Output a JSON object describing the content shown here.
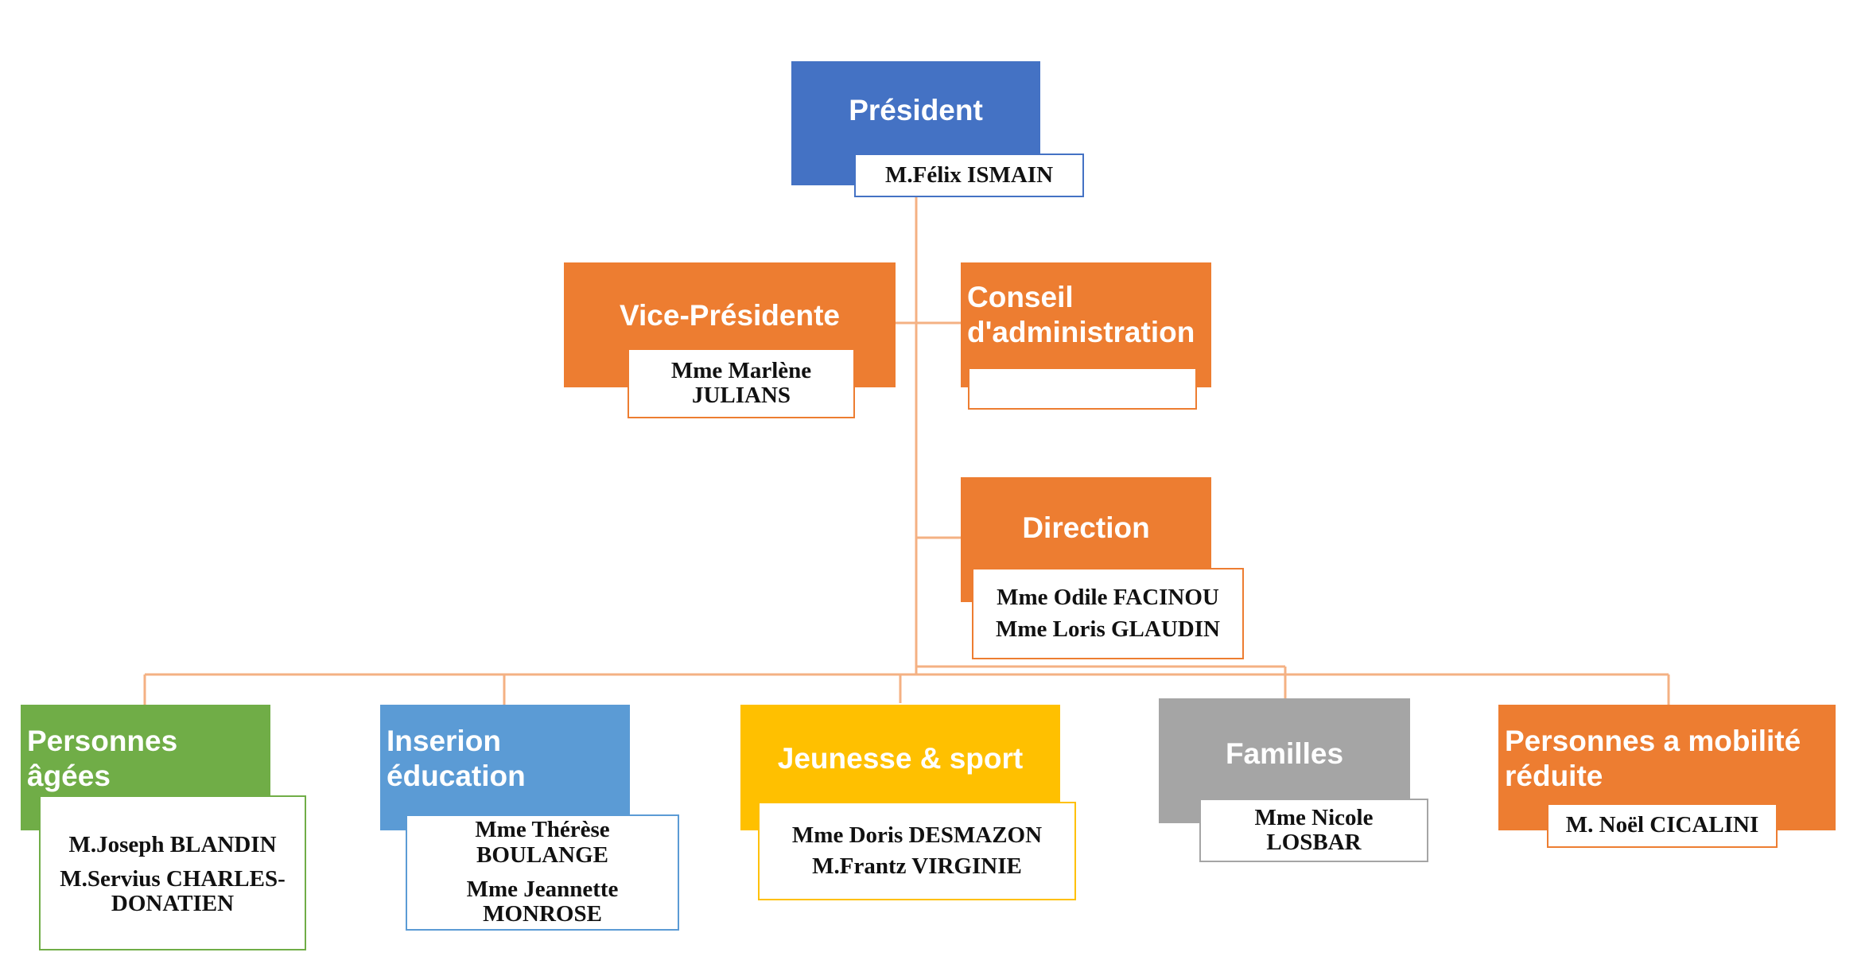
{
  "colors": {
    "blue": "#4472c4",
    "orange": "#ed7d31",
    "green": "#70ad47",
    "light_blue": "#5b9bd5",
    "yellow": "#ffc000",
    "gray": "#a5a5a5",
    "connector": "#f4b183"
  },
  "president": {
    "title": "Président",
    "names": [
      "M.Félix ISMAIN"
    ]
  },
  "vice_president": {
    "title": "Vice-Présidente",
    "names": [
      "Mme Marlène",
      "JULIANS"
    ]
  },
  "conseil": {
    "title_lines": [
      "Conseil",
      "d'administration"
    ],
    "names": []
  },
  "direction": {
    "title": "Direction",
    "names": [
      "Mme Odile FACINOU",
      "Mme Loris GLAUDIN"
    ]
  },
  "departments": [
    {
      "title_lines": [
        "Personnes",
        "âgées"
      ],
      "names": [
        "M.Joseph BLANDIN",
        "M.Servius CHARLES-",
        "DONATIEN"
      ]
    },
    {
      "title_lines": [
        "Inserion",
        "éducation"
      ],
      "names": [
        "Mme Thérèse",
        "BOULANGE",
        "Mme Jeannette",
        "MONROSE"
      ]
    },
    {
      "title_lines": [
        "Jeunesse & sport"
      ],
      "names": [
        "Mme Doris DESMAZON",
        "M.Frantz VIRGINIE"
      ]
    },
    {
      "title_lines": [
        "Familles"
      ],
      "names": [
        "Mme Nicole",
        "LOSBAR"
      ]
    },
    {
      "title_lines": [
        "Personnes a mobilité",
        "réduite"
      ],
      "names": [
        "M. Noël CICALINI"
      ]
    }
  ]
}
